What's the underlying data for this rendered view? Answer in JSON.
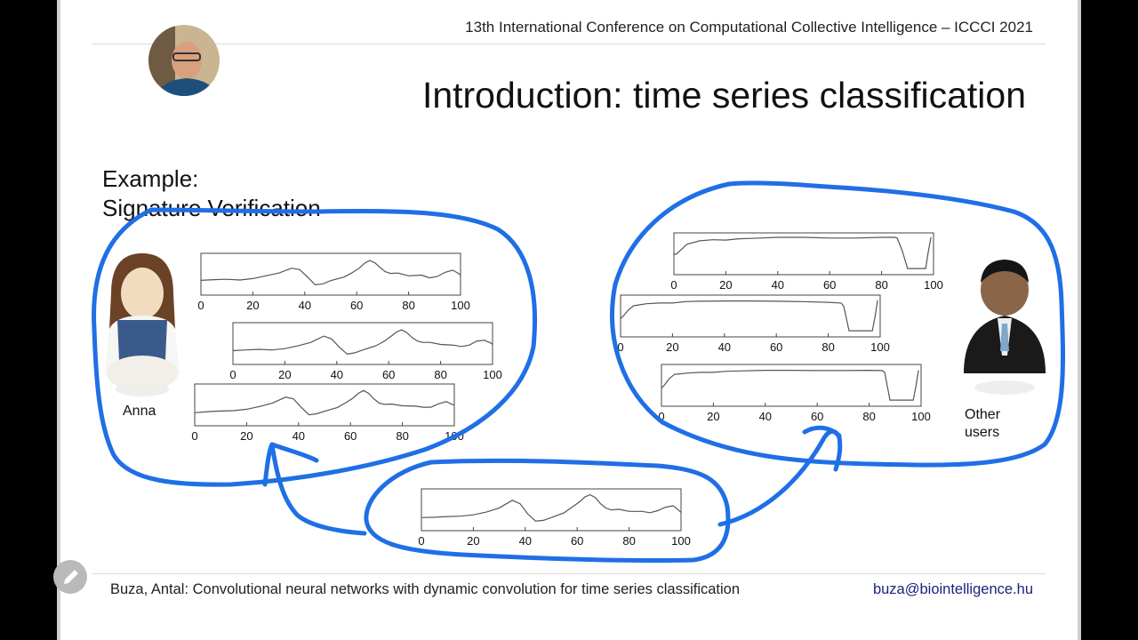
{
  "header": {
    "conference": "13th International Conference on Computational Collective Intelligence – ICCCI 2021"
  },
  "slide": {
    "title": "Introduction: time series classification",
    "example_line1": "Example:",
    "example_line2": "Signature Verification"
  },
  "labels": {
    "anna": "Anna",
    "other_users_line1": "Other",
    "other_users_line2": "users"
  },
  "footer": {
    "citation": "Buza, Antal: Convolutional neural networks with dynamic convolution for time series classification",
    "email": "buza@biointelligence.hu"
  },
  "icons": {
    "edit": "pencil-icon",
    "presenter": "presenter-webcam",
    "anna": "female-user-icon",
    "other": "male-user-icon"
  },
  "colors": {
    "annotation": "#1f6fe5",
    "email": "#1a237e",
    "series": "#555555"
  },
  "chart_data": [
    {
      "type": "line",
      "group": "anna",
      "xlim": [
        0,
        100
      ],
      "xticks": [
        0,
        20,
        40,
        60,
        80,
        100
      ],
      "x": [
        0,
        5,
        10,
        15,
        20,
        25,
        30,
        35,
        38,
        41,
        44,
        47,
        50,
        55,
        58,
        61,
        63,
        65,
        67,
        69,
        71,
        73,
        76,
        80,
        85,
        88,
        91,
        94,
        97,
        98,
        99,
        100
      ],
      "y": [
        0.35,
        0.37,
        0.38,
        0.36,
        0.4,
        0.48,
        0.56,
        0.7,
        0.66,
        0.45,
        0.22,
        0.25,
        0.34,
        0.44,
        0.56,
        0.7,
        0.84,
        0.92,
        0.86,
        0.72,
        0.6,
        0.55,
        0.56,
        0.48,
        0.5,
        0.42,
        0.46,
        0.58,
        0.64,
        0.6,
        0.56,
        0.5
      ]
    },
    {
      "type": "line",
      "group": "anna",
      "xlim": [
        0,
        100
      ],
      "xticks": [
        0,
        20,
        40,
        60,
        80,
        100
      ],
      "x": [
        0,
        5,
        10,
        15,
        20,
        25,
        30,
        35,
        38,
        41,
        44,
        47,
        50,
        55,
        58,
        61,
        63,
        65,
        67,
        69,
        71,
        73,
        76,
        80,
        85,
        88,
        91,
        94,
        97,
        98,
        99,
        100
      ],
      "y": [
        0.32,
        0.34,
        0.36,
        0.34,
        0.38,
        0.46,
        0.56,
        0.74,
        0.66,
        0.42,
        0.22,
        0.26,
        0.34,
        0.46,
        0.58,
        0.74,
        0.86,
        0.92,
        0.84,
        0.7,
        0.6,
        0.56,
        0.56,
        0.5,
        0.48,
        0.44,
        0.48,
        0.6,
        0.62,
        0.58,
        0.56,
        0.5
      ]
    },
    {
      "type": "line",
      "group": "anna",
      "xlim": [
        0,
        100
      ],
      "xticks": [
        0,
        20,
        40,
        60,
        80,
        100
      ],
      "x": [
        0,
        5,
        10,
        15,
        20,
        25,
        30,
        35,
        38,
        41,
        44,
        47,
        50,
        55,
        58,
        61,
        63,
        65,
        67,
        69,
        71,
        73,
        76,
        80,
        85,
        88,
        91,
        94,
        97,
        98,
        99,
        100
      ],
      "y": [
        0.3,
        0.33,
        0.35,
        0.36,
        0.4,
        0.48,
        0.58,
        0.75,
        0.7,
        0.46,
        0.24,
        0.27,
        0.34,
        0.45,
        0.58,
        0.72,
        0.86,
        0.94,
        0.86,
        0.7,
        0.58,
        0.54,
        0.55,
        0.5,
        0.49,
        0.46,
        0.46,
        0.56,
        0.62,
        0.58,
        0.54,
        0.52
      ]
    },
    {
      "type": "line",
      "group": "other",
      "xlim": [
        0,
        100
      ],
      "xticks": [
        0,
        20,
        40,
        60,
        80,
        100
      ],
      "x": [
        0,
        1,
        3,
        5,
        10,
        15,
        20,
        25,
        30,
        40,
        50,
        60,
        70,
        80,
        85,
        86,
        88,
        90,
        92,
        95,
        97,
        98,
        99
      ],
      "y": [
        0.5,
        0.52,
        0.66,
        0.8,
        0.9,
        0.93,
        0.92,
        0.96,
        0.97,
        1.0,
        1.0,
        0.98,
        0.98,
        1.0,
        1.0,
        0.98,
        0.6,
        0.1,
        0.1,
        0.1,
        0.1,
        0.6,
        1.0
      ]
    },
    {
      "type": "line",
      "group": "other",
      "xlim": [
        0,
        100
      ],
      "xticks": [
        0,
        20,
        40,
        60,
        80,
        100
      ],
      "x": [
        0,
        1,
        3,
        5,
        10,
        15,
        20,
        25,
        30,
        40,
        50,
        60,
        70,
        80,
        85,
        86,
        88,
        90,
        92,
        95,
        97,
        98,
        99
      ],
      "y": [
        0.45,
        0.52,
        0.7,
        0.82,
        0.88,
        0.9,
        0.9,
        0.94,
        0.95,
        0.96,
        0.96,
        0.95,
        0.94,
        0.92,
        0.9,
        0.8,
        0.1,
        0.1,
        0.1,
        0.1,
        0.1,
        0.5,
        0.98
      ]
    },
    {
      "type": "line",
      "group": "other",
      "xlim": [
        0,
        100
      ],
      "xticks": [
        0,
        20,
        40,
        60,
        80,
        100
      ],
      "x": [
        0,
        1,
        3,
        5,
        10,
        15,
        20,
        25,
        30,
        40,
        50,
        60,
        70,
        80,
        85,
        86,
        88,
        90,
        92,
        95,
        97,
        98,
        99
      ],
      "y": [
        0.45,
        0.52,
        0.72,
        0.84,
        0.88,
        0.9,
        0.9,
        0.93,
        0.94,
        0.96,
        0.96,
        0.95,
        0.95,
        0.96,
        0.95,
        0.9,
        0.1,
        0.1,
        0.1,
        0.1,
        0.1,
        0.5,
        0.96
      ]
    },
    {
      "type": "line",
      "group": "query",
      "xlim": [
        0,
        100
      ],
      "xticks": [
        0,
        20,
        40,
        60,
        80,
        100
      ],
      "x": [
        0,
        5,
        10,
        15,
        20,
        25,
        30,
        35,
        38,
        41,
        44,
        47,
        50,
        55,
        58,
        61,
        63,
        65,
        67,
        69,
        71,
        73,
        76,
        80,
        85,
        88,
        91,
        94,
        97,
        98,
        99,
        100
      ],
      "y": [
        0.3,
        0.31,
        0.33,
        0.34,
        0.38,
        0.46,
        0.58,
        0.8,
        0.7,
        0.4,
        0.2,
        0.22,
        0.3,
        0.44,
        0.6,
        0.76,
        0.9,
        0.96,
        0.88,
        0.7,
        0.58,
        0.52,
        0.54,
        0.48,
        0.48,
        0.44,
        0.5,
        0.6,
        0.64,
        0.58,
        0.52,
        0.45
      ]
    }
  ]
}
